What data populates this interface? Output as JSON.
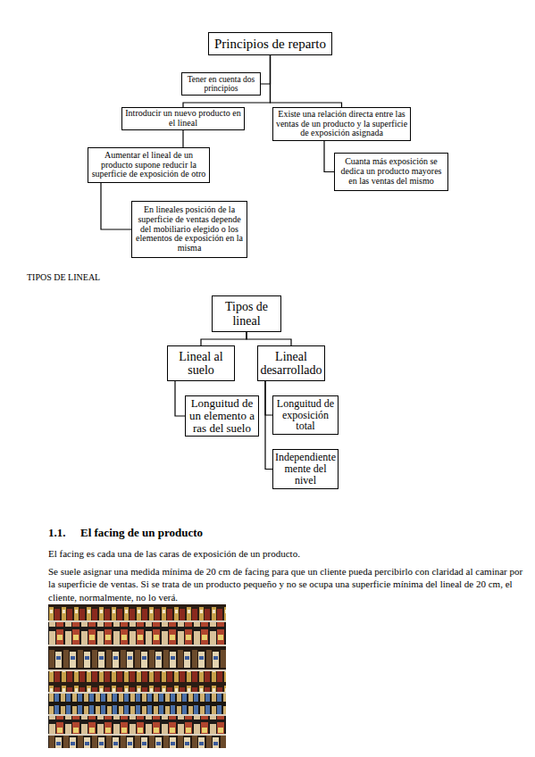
{
  "diagram": {
    "nodes": [
      {
        "text": [
          "Principios de reparto"
        ]
      },
      {
        "text": [
          "Tener en cuenta dos principios"
        ]
      },
      {
        "text": [
          "Introducir un nuevo producto en el lineal"
        ]
      },
      {
        "text": [
          "Existe una relación directa entre las ventas de un producto y la superficie de exposición asignada"
        ]
      },
      {
        "text": [
          "Aumentar el lineal de un producto supone reducir la superficie de exposición de otro"
        ]
      },
      {
        "text": [
          "En lineales posición de la superficie de ventas depende del mobiliario elegido o los elementos de exposición en la misma"
        ]
      },
      {
        "text": [
          "Cuanta más exposición se dedica un producto mayores en las ventas del mismo"
        ]
      },
      {
        "text": [
          "Tipos de lineal"
        ]
      },
      {
        "text": [
          "Lineal al suelo"
        ]
      },
      {
        "text": [
          "Lineal desarrollado"
        ]
      },
      {
        "text": [
          "Longuitud de un elemento a ras del suelo"
        ]
      },
      {
        "text": [
          "Longuitud de exposición total"
        ]
      },
      {
        "text": [
          "Independiente mente del nivel"
        ]
      }
    ],
    "edges": [
      {
        "from": 0,
        "to": 1,
        "arrow": "none"
      },
      {
        "from": 0,
        "to": 2,
        "arrow": "none"
      },
      {
        "from": 0,
        "to": 3,
        "arrow": "none"
      },
      {
        "from": 2,
        "to": 4,
        "arrow": "none"
      },
      {
        "from": 4,
        "to": 5,
        "arrow": "none"
      },
      {
        "from": 3,
        "to": 6,
        "arrow": "none"
      },
      {
        "from": 7,
        "to": 8,
        "arrow": "none"
      },
      {
        "from": 7,
        "to": 9,
        "arrow": "none"
      },
      {
        "from": 8,
        "to": 10,
        "arrow": "none"
      },
      {
        "from": 9,
        "to": 11,
        "arrow": "none"
      },
      {
        "from": 9,
        "to": 12,
        "arrow": "none"
      }
    ],
    "labels": [
      "TIPOS DE LINEAL",
      "1.1.",
      "El facing de un producto",
      "El facing es cada una de las caras de exposición de un producto.",
      "Se suele asignar una medida mínima de 20 cm de facing para que un cliente pueda percibirlo con claridad al caminar por la superficie de ventas. Si se trata de un producto pequeño y no se ocupa una superficie mínima del lineal de 20 cm, el cliente, normalmente, no lo verá."
    ]
  }
}
